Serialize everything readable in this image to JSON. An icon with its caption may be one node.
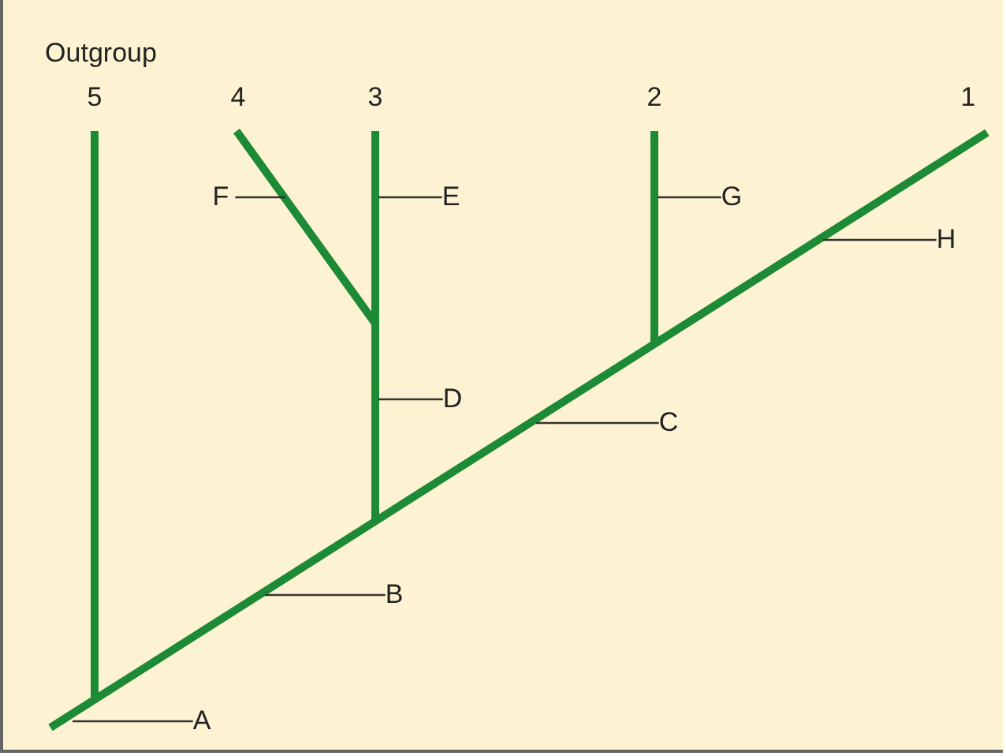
{
  "diagram": {
    "nodes": [
      {
        "text": [
          "F"
        ]
      },
      {
        "text": [
          "E"
        ]
      },
      {
        "text": [
          "G"
        ]
      },
      {
        "text": [
          "H"
        ]
      },
      {
        "text": [
          "D"
        ]
      },
      {
        "text": [
          "C"
        ]
      },
      {
        "text": [
          "B"
        ]
      },
      {
        "text": [
          "A"
        ]
      }
    ],
    "edges": [
      {
        "from": 0,
        "to": null,
        "arrow": "none"
      },
      {
        "from": 1,
        "to": null,
        "arrow": "none"
      },
      {
        "from": 2,
        "to": null,
        "arrow": "none"
      },
      {
        "from": 3,
        "to": null,
        "arrow": "none"
      },
      {
        "from": 4,
        "to": null,
        "arrow": "none"
      },
      {
        "from": 5,
        "to": null,
        "arrow": "none"
      },
      {
        "from": 6,
        "to": null,
        "arrow": "none"
      },
      {
        "from": 7,
        "to": null,
        "arrow": "none"
      }
    ],
    "labels": [
      "Outgroup",
      "5",
      "4",
      "3",
      "2",
      "1"
    ]
  }
}
